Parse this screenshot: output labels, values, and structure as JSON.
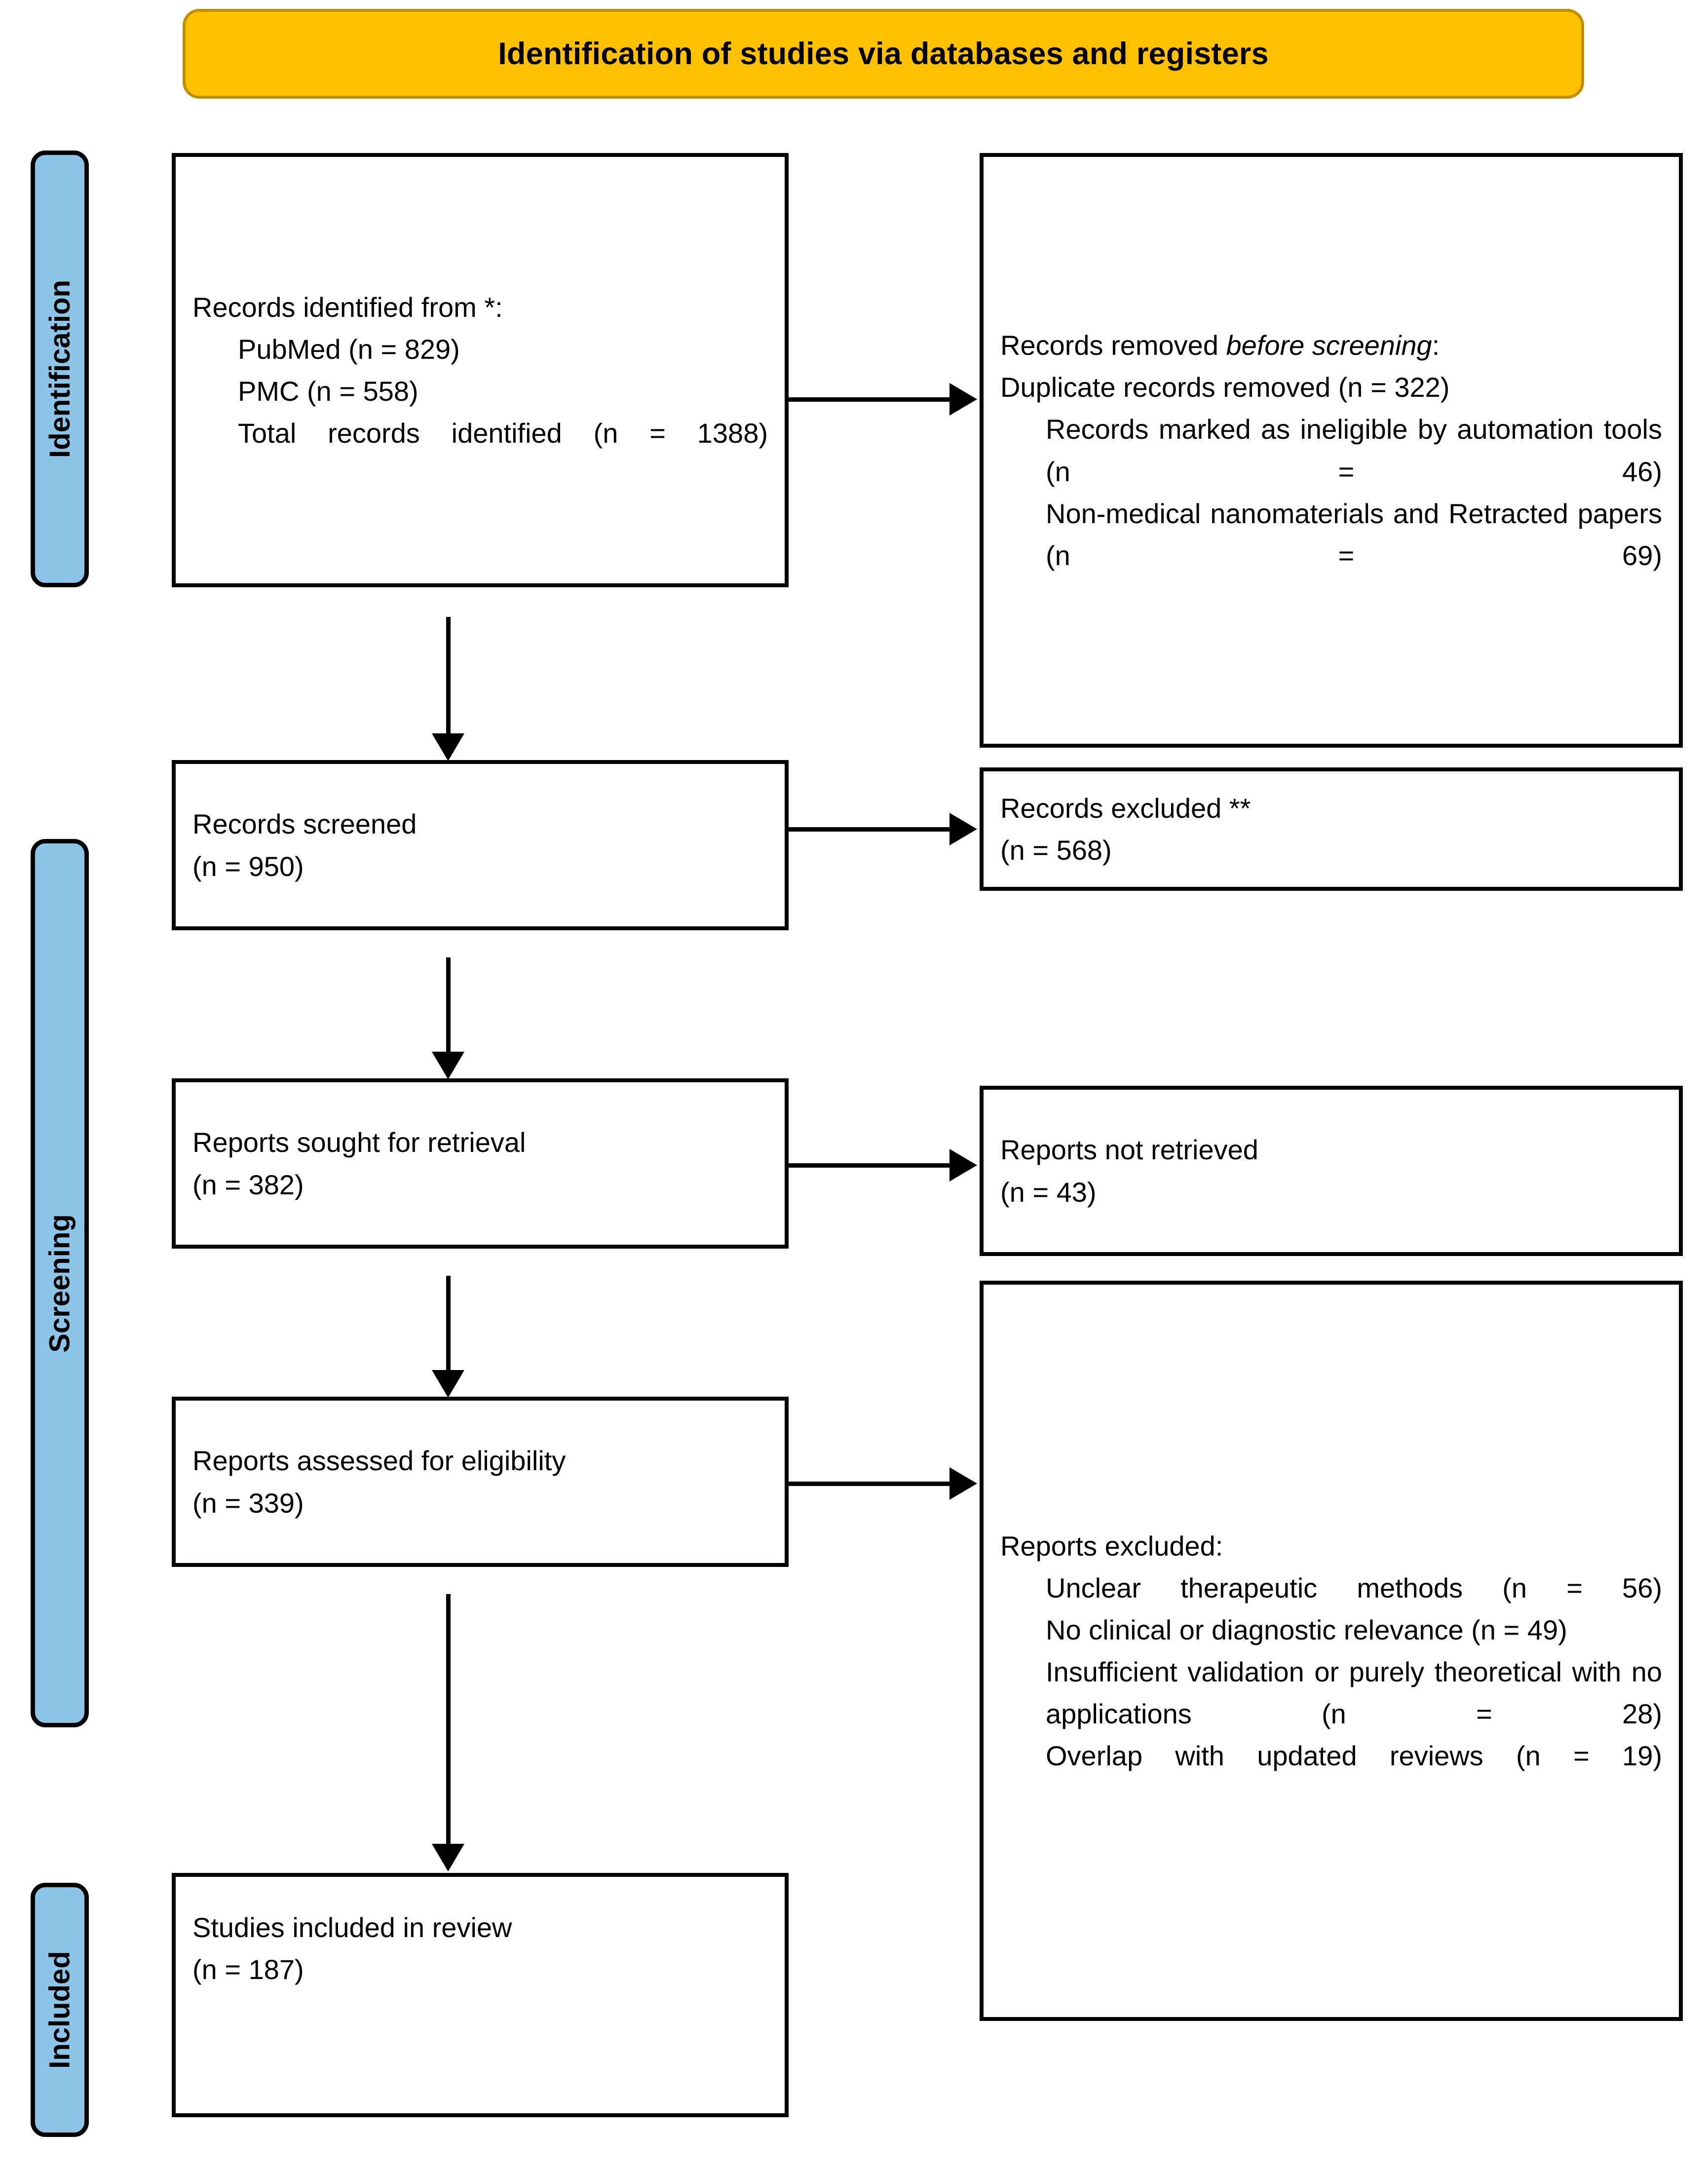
{
  "banner": {
    "title": "Identification of studies via databases and registers",
    "fill_color": "#FFC000",
    "border_color": "#BF8F00"
  },
  "stage_tabs": {
    "fill_color": "#8CC5E8",
    "identification": "Identification",
    "screening": "Screening",
    "included": "Included"
  },
  "boxes": {
    "identified": {
      "heading": "Records identified from *:",
      "items": [
        "PubMed (n = 829)",
        "PMC (n = 558)",
        "Total records identified (n = 1388)"
      ]
    },
    "removed": {
      "heading_prefix": "Records removed ",
      "heading_italic": "before screening",
      "heading_suffix": ":",
      "line2": "Duplicate records removed (n = 322)",
      "items": [
        "Records marked as ineligible by automation tools (n = 46)",
        "Non-medical nanomaterials and Retracted papers (n = 69)"
      ]
    },
    "screened": {
      "line1": "Records screened",
      "line2": "(n = 950)"
    },
    "records_excluded": {
      "line1": "Records excluded **",
      "line2": "(n = 568)"
    },
    "sought": {
      "line1": "Reports sought for retrieval",
      "line2": "(n = 382)"
    },
    "not_retrieved": {
      "line1": "Reports not retrieved",
      "line2": "(n = 43)"
    },
    "assessed": {
      "line1": "Reports assessed for eligibility",
      "line2": "(n = 339)"
    },
    "reports_excluded": {
      "heading": "Reports excluded:",
      "items": [
        "Unclear therapeutic methods (n = 56)",
        "No clinical or diagnostic relevance (n = 49)",
        "Insufficient validation or purely theoretical with no applications (n = 28)",
        "Overlap with updated reviews (n = 19)"
      ]
    },
    "included": {
      "line1": "Studies included in review",
      "line2": "(n = 187)"
    }
  },
  "chart_data": {
    "type": "diagram",
    "title": "Identification of studies via databases and registers",
    "nodes": [
      {
        "id": "identified",
        "stage": "Identification",
        "label": "Records identified from *",
        "n": 1388,
        "sources": [
          {
            "name": "PubMed",
            "n": 829
          },
          {
            "name": "PMC",
            "n": 558
          }
        ]
      },
      {
        "id": "removed",
        "stage": "Identification",
        "label": "Records removed before screening",
        "reasons": [
          {
            "name": "Duplicate records removed",
            "n": 322
          },
          {
            "name": "Records marked as ineligible by automation tools",
            "n": 46
          },
          {
            "name": "Non-medical nanomaterials and Retracted papers",
            "n": 69
          }
        ]
      },
      {
        "id": "screened",
        "stage": "Screening",
        "label": "Records screened",
        "n": 950
      },
      {
        "id": "records_excluded",
        "stage": "Screening",
        "label": "Records excluded **",
        "n": 568
      },
      {
        "id": "sought",
        "stage": "Screening",
        "label": "Reports sought for retrieval",
        "n": 382
      },
      {
        "id": "not_retrieved",
        "stage": "Screening",
        "label": "Reports not retrieved",
        "n": 43
      },
      {
        "id": "assessed",
        "stage": "Screening",
        "label": "Reports assessed for eligibility",
        "n": 339
      },
      {
        "id": "reports_excluded",
        "stage": "Screening",
        "label": "Reports excluded",
        "reasons": [
          {
            "name": "Unclear therapeutic methods",
            "n": 56
          },
          {
            "name": "No clinical or diagnostic relevance",
            "n": 49
          },
          {
            "name": "Insufficient validation or purely theoretical with no applications",
            "n": 28
          },
          {
            "name": "Overlap with updated reviews",
            "n": 19
          }
        ]
      },
      {
        "id": "included",
        "stage": "Included",
        "label": "Studies included in review",
        "n": 187
      }
    ],
    "edges": [
      {
        "from": "identified",
        "to": "removed",
        "direction": "right"
      },
      {
        "from": "identified",
        "to": "screened",
        "direction": "down"
      },
      {
        "from": "screened",
        "to": "records_excluded",
        "direction": "right"
      },
      {
        "from": "screened",
        "to": "sought",
        "direction": "down"
      },
      {
        "from": "sought",
        "to": "not_retrieved",
        "direction": "right"
      },
      {
        "from": "sought",
        "to": "assessed",
        "direction": "down"
      },
      {
        "from": "assessed",
        "to": "reports_excluded",
        "direction": "right"
      },
      {
        "from": "assessed",
        "to": "included",
        "direction": "down"
      }
    ]
  }
}
